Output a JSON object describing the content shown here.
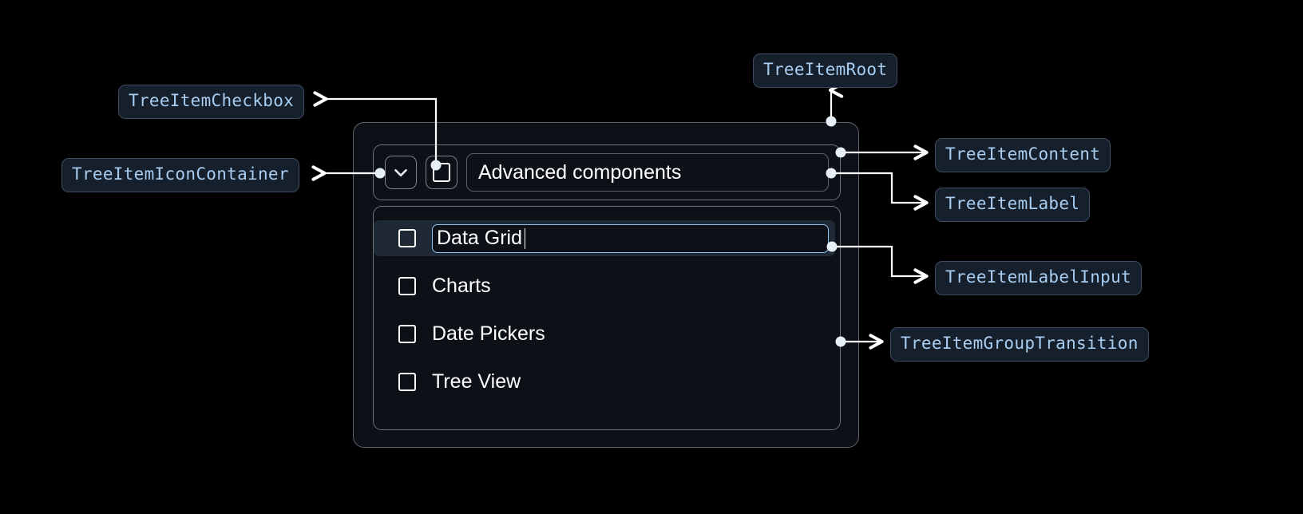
{
  "page": {
    "background": "#000000",
    "accent_blue": "#a8cdf0",
    "badge_bg": "#16202c",
    "badge_border": "#3d4c5e",
    "selected_row_bg": "#1e2935",
    "input_border": "#8fc4f0",
    "connector_color": "#ffffff"
  },
  "annotations": [
    {
      "id": "tree-item-checkbox",
      "label": "TreeItemCheckbox"
    },
    {
      "id": "tree-item-icon-container",
      "label": "TreeItemIconContainer"
    },
    {
      "id": "tree-item-root",
      "label": "TreeItemRoot"
    },
    {
      "id": "tree-item-content",
      "label": "TreeItemContent"
    },
    {
      "id": "tree-item-label",
      "label": "TreeItemLabel"
    },
    {
      "id": "tree-item-label-input",
      "label": "TreeItemLabelInput"
    },
    {
      "id": "tree-item-group-transition",
      "label": "TreeItemGroupTransition"
    }
  ],
  "tree": {
    "root": {
      "expand_icon": "chevron-down-icon",
      "checkbox_checked": false,
      "label": "Advanced components"
    },
    "children": [
      {
        "label": "Data Grid",
        "checkbox_checked": false,
        "selected": true,
        "editing": true,
        "input_value": "Data Grid"
      },
      {
        "label": "Charts",
        "checkbox_checked": false,
        "selected": false,
        "editing": false
      },
      {
        "label": "Date Pickers",
        "checkbox_checked": false,
        "selected": false,
        "editing": false
      },
      {
        "label": "Tree View",
        "checkbox_checked": false,
        "selected": false,
        "editing": false
      }
    ]
  }
}
